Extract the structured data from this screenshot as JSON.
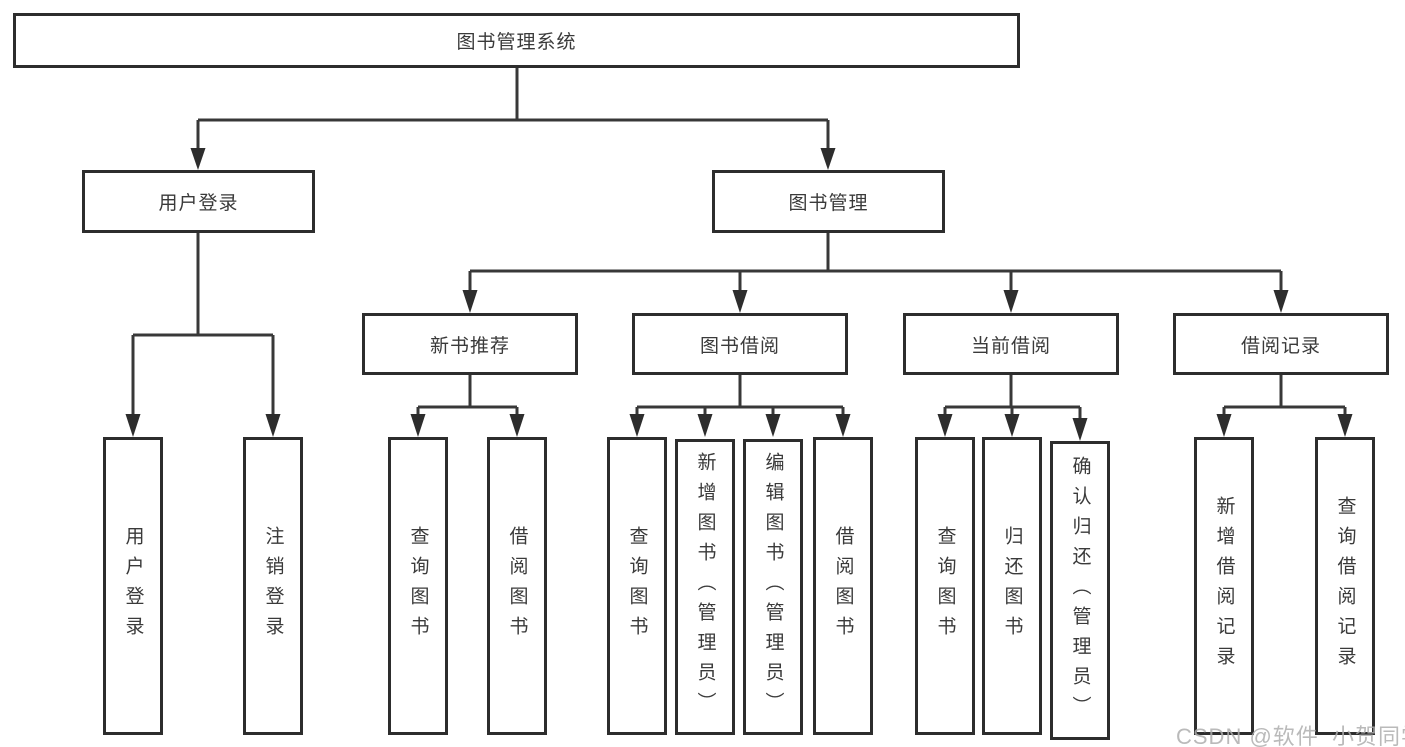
{
  "diagram": {
    "root": {
      "label": "图书管理系统"
    },
    "branches": [
      {
        "label": "用户登录",
        "children": [
          "用户登录",
          "注销登录"
        ]
      },
      {
        "label": "图书管理",
        "children": [
          {
            "label": "新书推荐",
            "children": [
              "查询图书",
              "借阅图书"
            ]
          },
          {
            "label": "图书借阅",
            "children": [
              "查询图书",
              "新增图书（管理员）",
              "编辑图书（管理员）",
              "借阅图书"
            ]
          },
          {
            "label": "当前借阅",
            "children": [
              "查询图书",
              "归还图书",
              "确认归还（管理员）"
            ]
          },
          {
            "label": "借阅记录",
            "children": [
              "新增借阅记录",
              "查询借阅记录"
            ]
          }
        ]
      }
    ]
  },
  "watermark": {
    "text": "CSDN @软件_小贺同学"
  }
}
